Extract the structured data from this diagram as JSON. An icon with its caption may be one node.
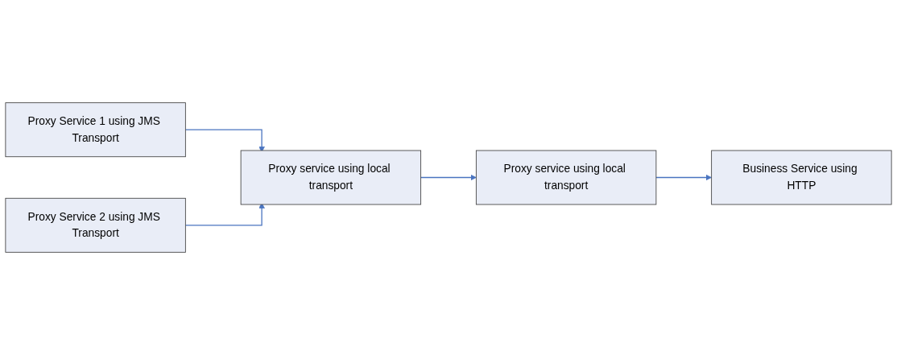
{
  "diagram": {
    "nodes": [
      {
        "text": [
          "Proxy Service 1 using JMS Transport"
        ]
      },
      {
        "text": [
          "Proxy Service 2 using JMS Transport"
        ]
      },
      {
        "text": [
          "Proxy service using local transport"
        ]
      },
      {
        "text": [
          "Proxy service using local transport"
        ]
      },
      {
        "text": [
          "Business Service using HTTP"
        ]
      }
    ],
    "edges": [
      {
        "from": 0,
        "to": 2,
        "arrow": "to"
      },
      {
        "from": 1,
        "to": 2,
        "arrow": "to"
      },
      {
        "from": 2,
        "to": 3,
        "arrow": "to"
      },
      {
        "from": 3,
        "to": 4,
        "arrow": "to"
      }
    ]
  }
}
